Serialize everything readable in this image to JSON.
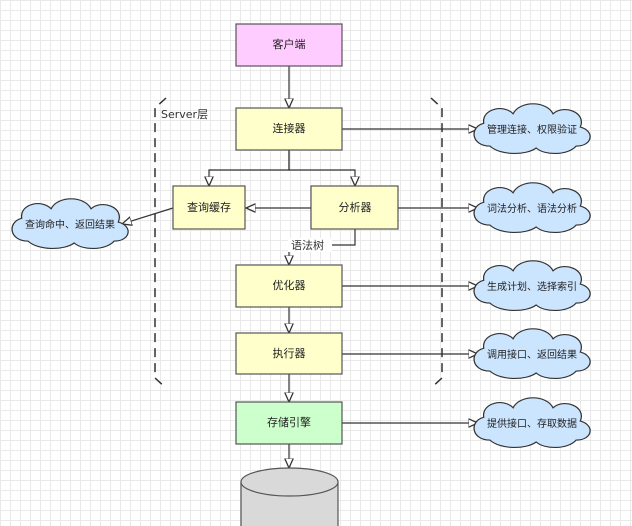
{
  "boundary": {
    "label": "Server层"
  },
  "nodes": {
    "client": {
      "label": "客户端",
      "fill": "#ffccff"
    },
    "connector": {
      "label": "连接器",
      "fill": "#ffffcc"
    },
    "cache": {
      "label": "查询缓存",
      "fill": "#ffffcc"
    },
    "analyzer": {
      "label": "分析器",
      "fill": "#ffffcc"
    },
    "optimizer": {
      "label": "优化器",
      "fill": "#ffffcc"
    },
    "executor": {
      "label": "执行器",
      "fill": "#ffffcc"
    },
    "engine": {
      "label": "存储引擎",
      "fill": "#ccffcc"
    }
  },
  "clouds": {
    "connector": "管理连接、权限验证",
    "analyzer": "词法分析、语法分析",
    "optimizer": "生成计划、选择索引",
    "executor": "调用接口、返回结果",
    "engine": "提供接口、存取数据",
    "cache": "查询命中、返回结果"
  },
  "edge_labels": {
    "syntax_tree": "语法树"
  },
  "colors": {
    "cloud_fill": "#cce5ff",
    "database_fill": "#d9d9d9"
  }
}
